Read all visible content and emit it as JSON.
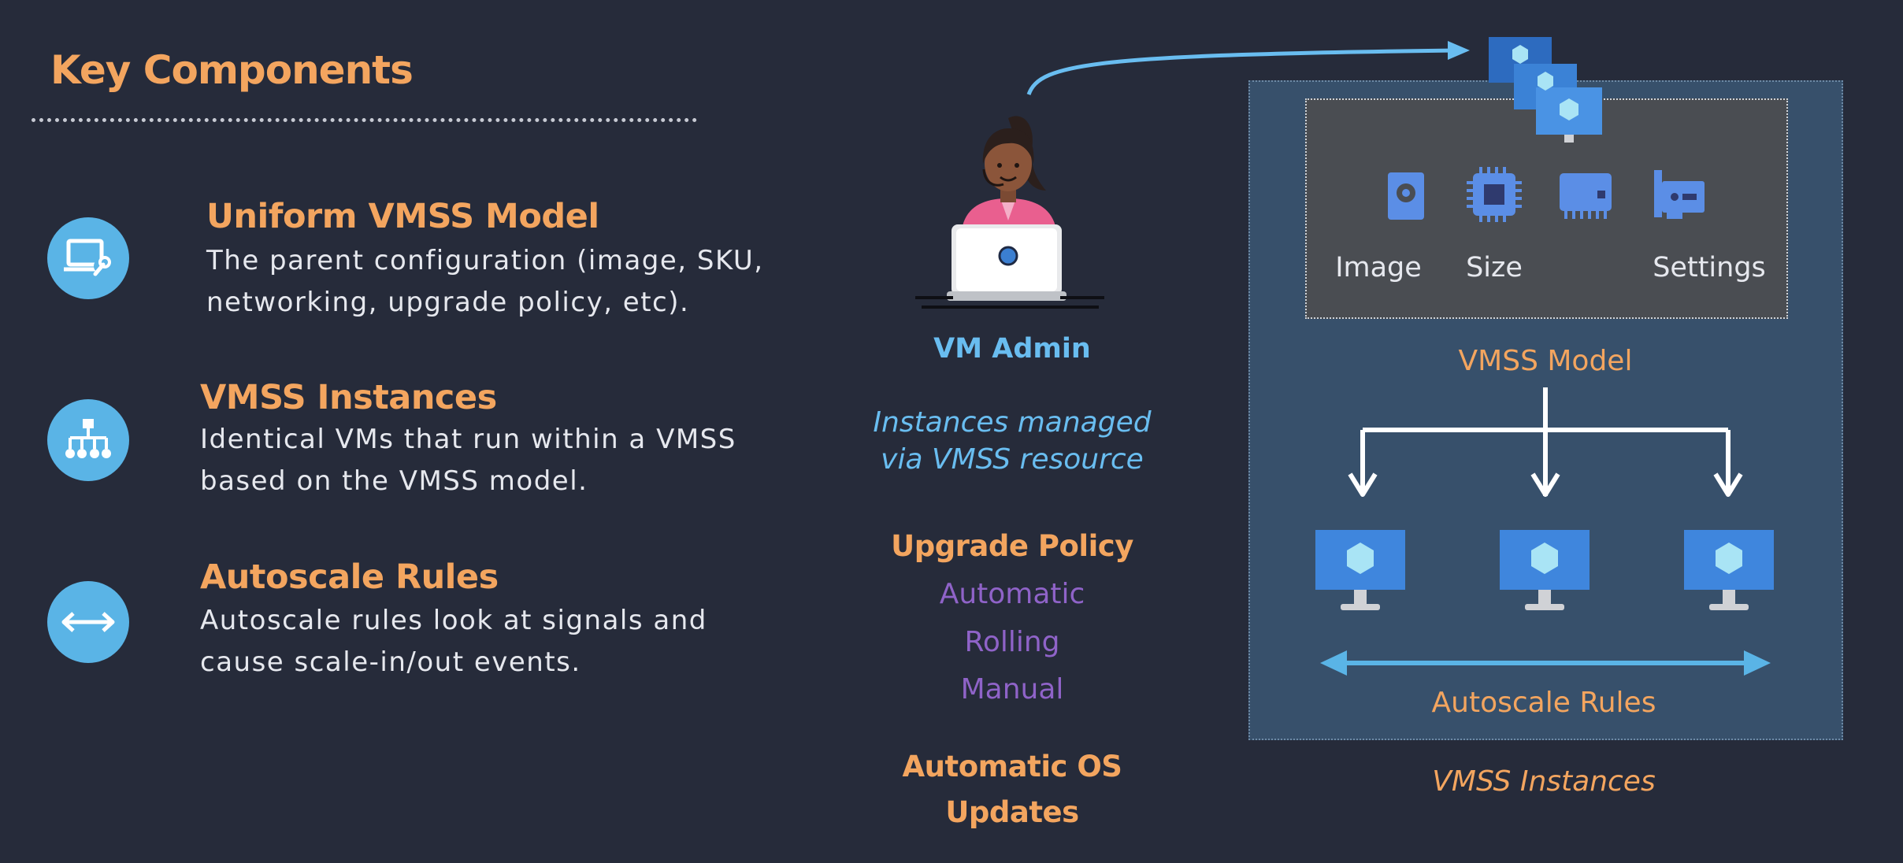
{
  "header": {
    "title": "Key Components"
  },
  "features": [
    {
      "title": "Uniform VMSS Model",
      "desc_line1": "The parent configuration (image, SKU,",
      "desc_line2": "networking, upgrade policy, etc).",
      "icon": "laptop-wrench-icon"
    },
    {
      "title": "VMSS Instances",
      "desc_line1": "Identical VMs that run within a VMSS",
      "desc_line2": "based on the VMSS model.",
      "icon": "hierarchy-icon"
    },
    {
      "title": "Autoscale Rules",
      "desc_line1": "Autoscale rules look at signals and",
      "desc_line2": "cause scale-in/out events.",
      "icon": "double-arrow-icon"
    }
  ],
  "middle": {
    "admin_label": "VM Admin",
    "managed_line1": "Instances managed",
    "managed_line2": "via VMSS resource",
    "upgrade_title": "Upgrade Policy",
    "upgrade_items": [
      "Automatic",
      "Rolling",
      "Manual"
    ],
    "auto_os_line1": "Automatic OS",
    "auto_os_line2": "Updates"
  },
  "diagram": {
    "model_items": [
      {
        "label": "Image",
        "icon": "disk-icon"
      },
      {
        "label": "Size",
        "icon": "cpu-icon"
      },
      {
        "label": "Settings",
        "icon": "network-card-icon"
      }
    ],
    "model_label": "VMSS Model",
    "autoscale_label": "Autoscale Rules",
    "instances_label": "VMSS Instances"
  },
  "colors": {
    "background": "#262b3a",
    "accent_orange": "#f3a55f",
    "accent_blue": "#5ab4e6",
    "accent_purple": "#8f63c8",
    "box_blue": "#37506b",
    "box_gray": "#4a4d52"
  }
}
